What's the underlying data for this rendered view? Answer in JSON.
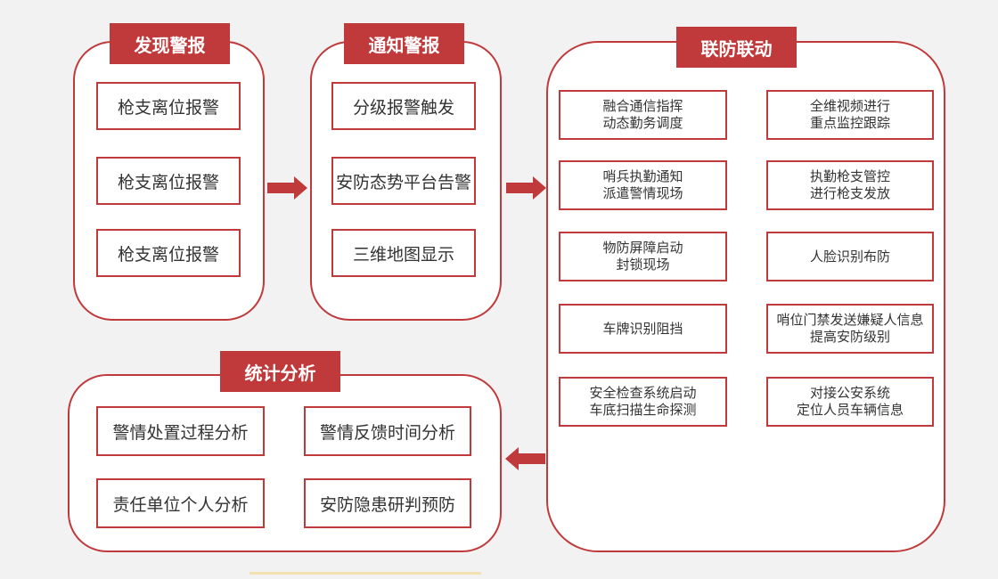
{
  "colors": {
    "accent": "#c0393b",
    "background": "#f2f2f2",
    "text": "#333333"
  },
  "discover": {
    "title": "发现警报",
    "items": [
      "枪支离位报警",
      "枪支离位报警",
      "枪支离位报警"
    ]
  },
  "notify": {
    "title": "通知警报",
    "items": [
      "分级报警触发",
      "安防态势平台告警",
      "三维地图显示"
    ]
  },
  "linkage": {
    "title": "联防联动",
    "left": [
      "融合通信指挥\n动态勤务调度",
      "哨兵执勤通知\n派遣警情现场",
      "物防屏障启动\n封锁现场",
      "车牌识别阻挡",
      "安全检查系统启动\n车底扫描生命探测"
    ],
    "right": [
      "全维视频进行\n重点监控跟踪",
      "执勤枪支管控\n进行枪支发放",
      "人脸识别布防",
      "哨位门禁发送嫌疑人信息\n提高安防级别",
      "对接公安系统\n定位人员车辆信息"
    ]
  },
  "stats": {
    "title": "统计分析",
    "items": [
      "警情处置过程分析",
      "警情反馈时间分析",
      "责任单位个人分析",
      "安防隐患研判预防"
    ]
  }
}
